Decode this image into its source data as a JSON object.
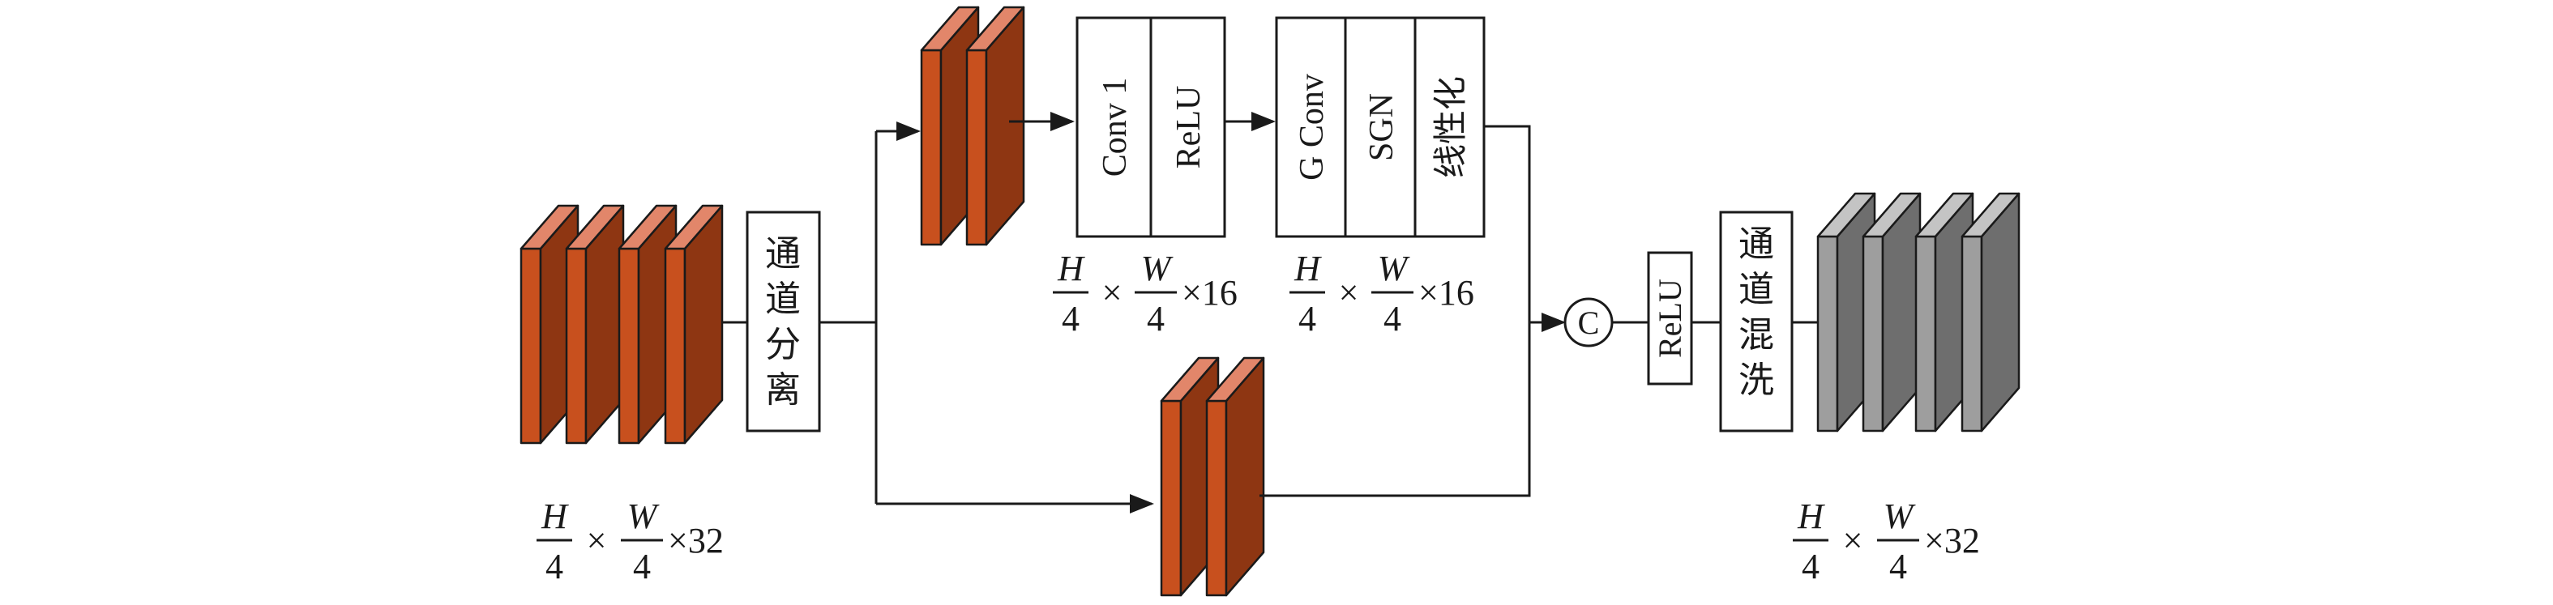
{
  "colors": {
    "feature_front": "#c8501e",
    "feature_side": "#8e3612",
    "feature_top": "#e2866a",
    "output_front": "#9e9e9e",
    "output_side": "#6e6e6e",
    "output_top": "#c4c4c4",
    "line": "#1a1a1a"
  },
  "blocks": {
    "channel_split": [
      "通",
      "道",
      "分",
      "离"
    ],
    "conv1": "Conv 1",
    "relu_top": "ReLU",
    "gconv": "G Conv",
    "sgn": "SGN",
    "linearize": "线性化",
    "concat": "C",
    "relu_out": "ReLU",
    "channel_shuffle": [
      "通",
      "道",
      "混",
      "洗"
    ]
  },
  "dimensions": {
    "input": {
      "h_num": "H",
      "h_den": "4",
      "times1": "×",
      "w_num": "W",
      "w_den": "4",
      "suffix": "×32"
    },
    "conv_branch": {
      "h_num": "H",
      "h_den": "4",
      "times1": "×",
      "w_num": "W",
      "w_den": "4",
      "suffix": "×16"
    },
    "gconv_branch": {
      "h_num": "H",
      "h_den": "4",
      "times1": "×",
      "w_num": "W",
      "w_den": "4",
      "suffix": "×16"
    },
    "output": {
      "h_num": "H",
      "h_den": "4",
      "times1": "×",
      "w_num": "W",
      "w_den": "4",
      "suffix": "×32"
    }
  }
}
